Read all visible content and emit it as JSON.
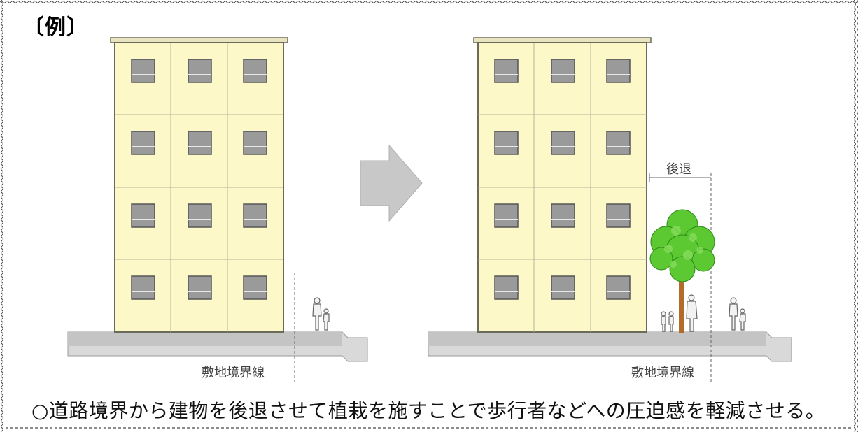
{
  "example_label": "〔例〕",
  "before": {
    "boundary_label": "敷地境界線"
  },
  "after": {
    "boundary_label": "敷地境界線",
    "setback_label": "後退"
  },
  "caption": "○道路境界から建物を後退させて植栽を施すことで歩行者などへの圧迫感を軽減させる。",
  "colors": {
    "building_fill": "#FCF8C8",
    "building_stroke": "#6b6b5a",
    "window_fill": "#9a9a9a",
    "ground_fill": "#d9d9d9",
    "arrow_fill": "#c8c8c8",
    "tree_foliage": "#5cc832",
    "tree_trunk": "#b36b2c",
    "border_wave": "#555555"
  },
  "icons": [
    "transition-arrow-icon",
    "tree-icon",
    "pedestrian-icon"
  ]
}
